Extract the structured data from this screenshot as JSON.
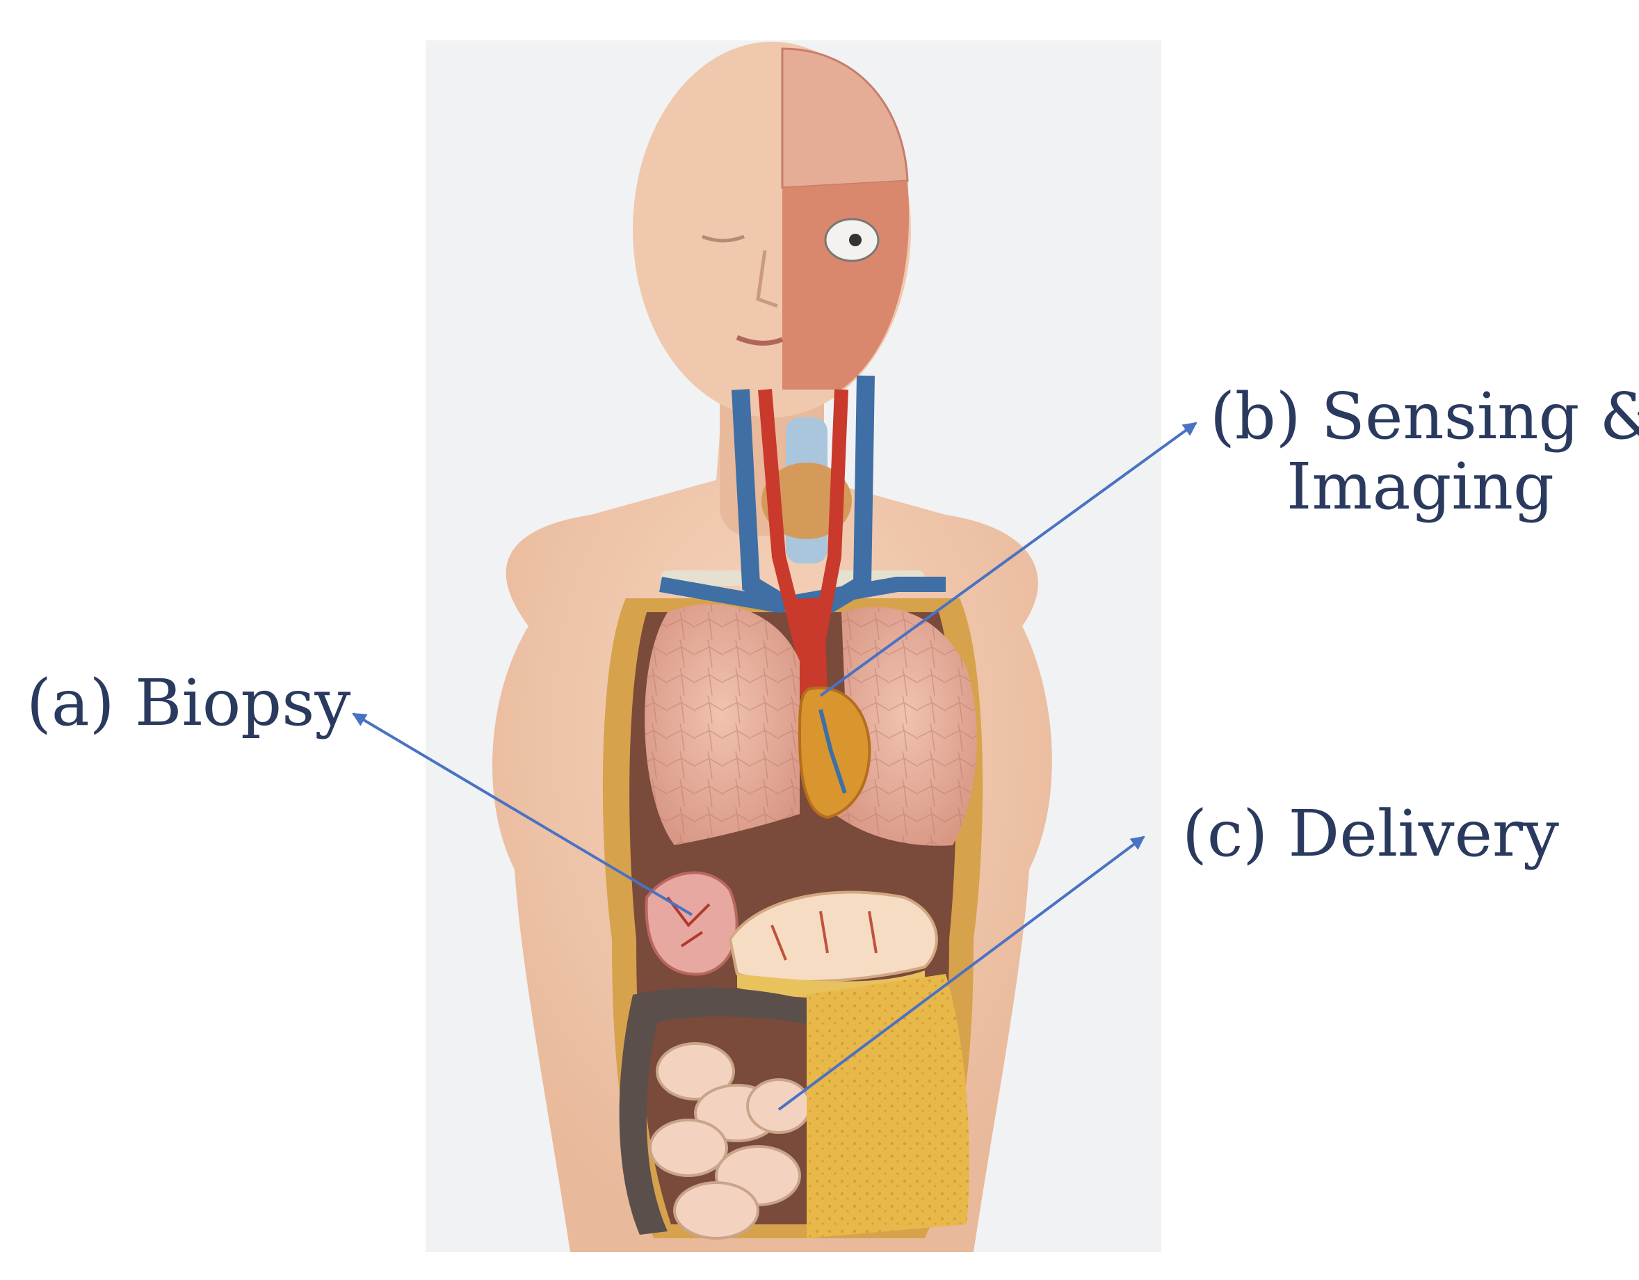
{
  "labels": {
    "biopsy": "(a) Biopsy",
    "sensing_line1": "(b) Sensing &",
    "sensing_line2": "Imaging",
    "delivery": "(c) Delivery"
  },
  "colors": {
    "arrow": "#4a72c4",
    "label_text": "#2a3a5f",
    "photo_background": "#f1f2f3",
    "skin": "#f2c9ae",
    "lung": "#e9b3a0",
    "artery": "#c9392c",
    "vein": "#3f6fa5",
    "fat": "#e8b84a",
    "colon": "#5b4f4c",
    "intestine": "#f3d3bf"
  },
  "arrows": [
    "biopsy-arrow",
    "sensing-arrow",
    "delivery-arrow"
  ]
}
